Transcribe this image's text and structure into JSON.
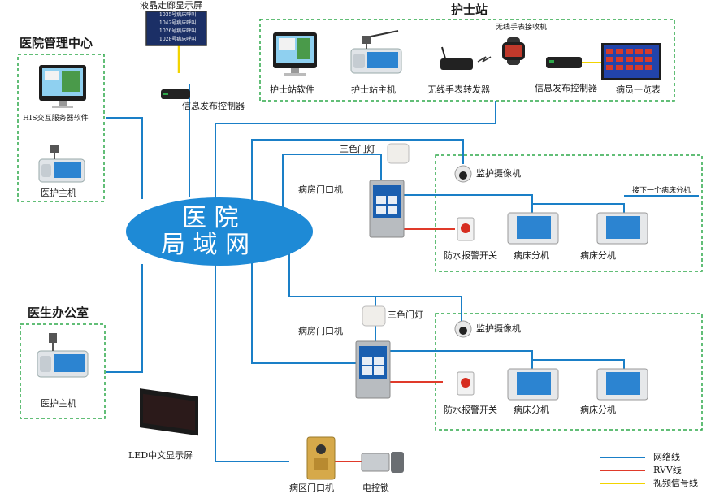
{
  "sections": {
    "hospital_mgmt": "医院管理中心",
    "doctor_office": "医生办公室",
    "nurse_station": "护士站"
  },
  "hub": {
    "line1": "医 院",
    "line2": "局 域 网"
  },
  "devices": {
    "lcd_corridor": "液晶走廊显示屏",
    "info_controller_top": "信息发布控制器",
    "his_software": "HIS交互服务器软件",
    "medical_host_1": "医护主机",
    "medical_host_2": "医护主机",
    "nurse_software": "护士站软件",
    "nurse_host": "护士站主机",
    "wireless_relay": "无线手表转发器",
    "wireless_watch": "无线手表接收机",
    "info_controller_ns": "信息发布控制器",
    "patient_table": "病员一览表",
    "door_light_1": "三色门灯",
    "door_light_2": "三色门灯",
    "room_door_1": "病房门口机",
    "room_door_2": "病房门口机",
    "camera_1": "监护摄像机",
    "camera_2": "监护摄像机",
    "next_bed": "接下一个病床分机",
    "alarm_1": "防水报警开关",
    "alarm_2": "防水报警开关",
    "bed_1a": "病床分机",
    "bed_1b": "病床分机",
    "bed_2a": "病床分机",
    "bed_2b": "病床分机",
    "led_display": "LED中文显示屏",
    "ward_door": "病区门口机",
    "electric_lock": "电控锁"
  },
  "lcd_screen_rows": [
    "1035号病床呼叫",
    "1042号病床呼叫",
    "1026号病床呼叫",
    "1028号病床呼叫"
  ],
  "legend": [
    {
      "label": "网络线",
      "color": "#1a7fc7"
    },
    {
      "label": "RVV线",
      "color": "#e03a2a"
    },
    {
      "label": "视频信号线",
      "color": "#f2d400"
    }
  ],
  "colors": {
    "network": "#1a7fc7",
    "rvv": "#e03a2a",
    "video": "#f2d400",
    "hub": "#1e8ad6",
    "dashed": "#2ea84a"
  }
}
